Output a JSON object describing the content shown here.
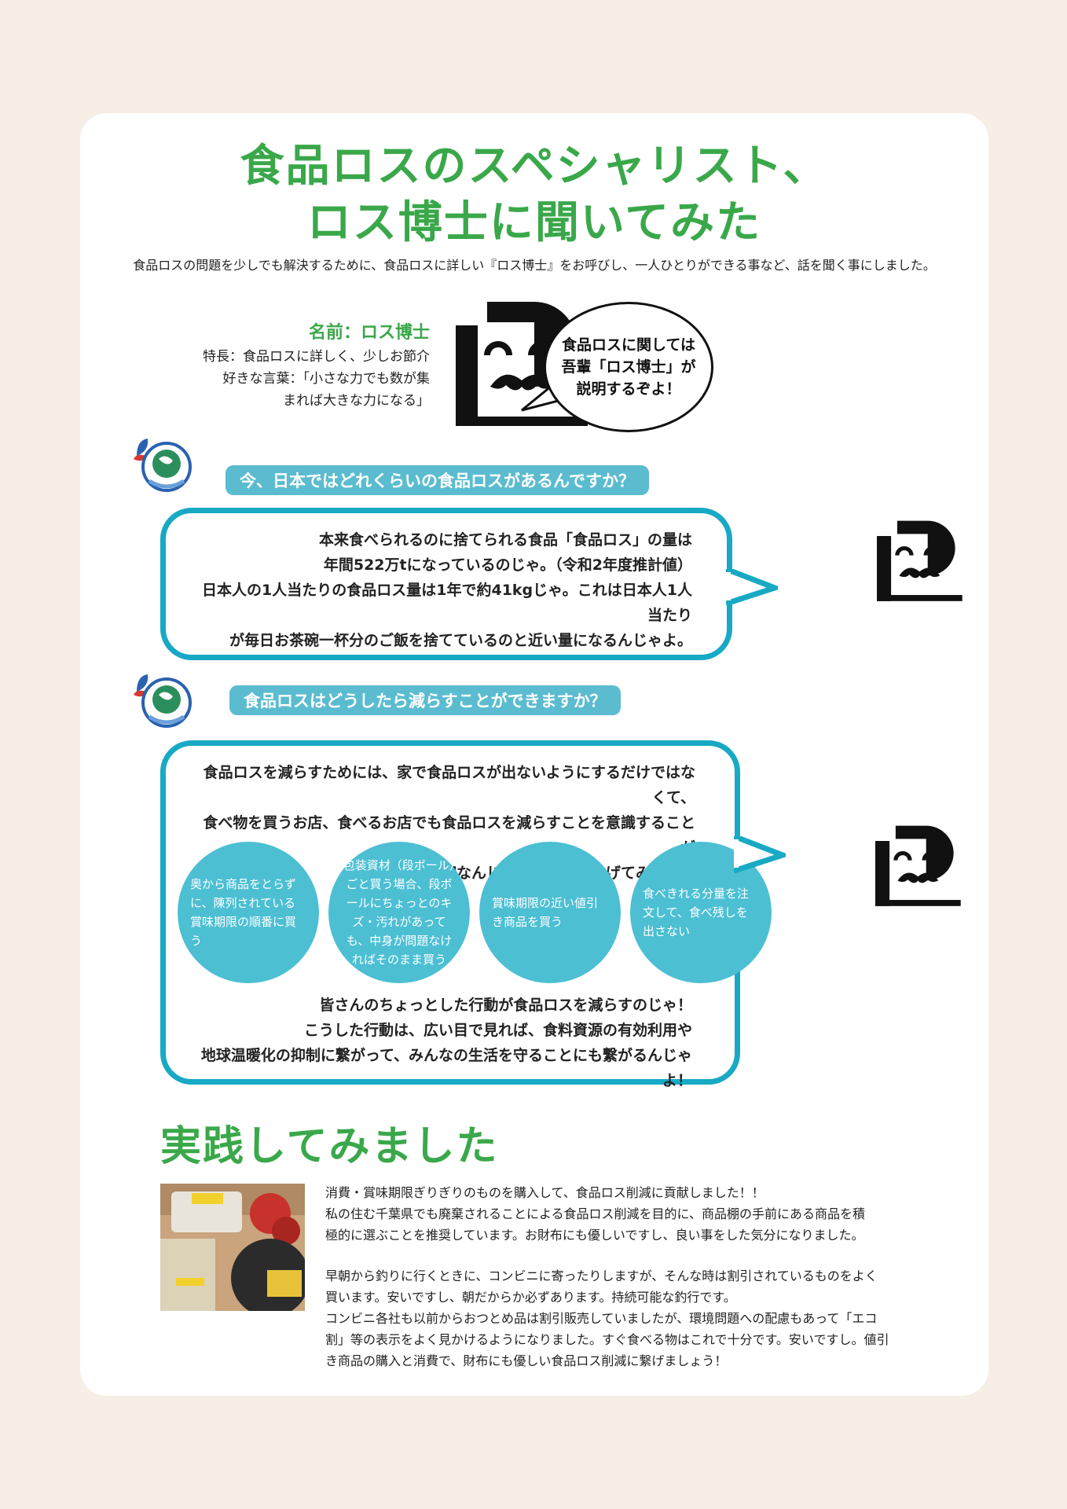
{
  "title_line1": "食品ロスのスペシャリスト、",
  "title_line2": "ロス博士に聞いてみた",
  "lead": "食品ロスの問題を少しでも解決するために、食品ロスに詳しい『ロス博士』をお呼びし、一人ひとりができる事など、話を聞く事にしました。",
  "profile": {
    "name": "名前：ロス博士",
    "feature": "特長：食品ロスに詳しく、少しお節介",
    "phrase_1": "好きな言葉：「小さな力でも数が集",
    "phrase_2": "まれば大きな力になる」"
  },
  "speech": {
    "line1": "食品ロスに関しては",
    "line2": "吾輩「ロス博士」が",
    "line3": "説明するぞよ！"
  },
  "q1": {
    "question": "今、日本ではどれくらいの食品ロスがあるんですか？",
    "a1": "本来食べられるのに捨てられる食品「食品ロス」の量は",
    "a2": "年間522万tになっているのじゃ。（令和2年度推計値）",
    "a3": "日本人の1人当たりの食品ロス量は1年で約41kgじゃ。これは日本人1人当たり",
    "a4": "が毎日お茶碗一杯分のご飯を捨てているのと近い量になるんじゃよ。"
  },
  "q2": {
    "question": "食品ロスはどうしたら減らすことができますか？",
    "a1": "食品ロスを減らすためには、家で食品ロスが出ないようにするだけではなくて、",
    "a2": "食べ物を買うお店、食べるお店でも食品ロスを減らすことを意識することが",
    "a3": "大切なんじゃよ。一例をあげてみよう！",
    "c1": "奥から商品をとらずに、陳列されている賞味期限の順番に買う",
    "c2": "包装資材（段ボール）ごと買う場合、段ボールにちょっとのキズ・汚れがあっても、中身が問題なければそのまま買う",
    "c3": "賞味期限の近い値引き商品を買う",
    "c4": "食べきれる分量を注文して、食べ残しを出さない",
    "b1": "皆さんのちょっとした行動が食品ロスを減らすのじゃ！",
    "b2": "こうした行動は、広い目で見れば、食料資源の有効利用や",
    "b3": "地球温暖化の抑制に繋がって、みんなの生活を守ることにも繋がるんじゃよ！"
  },
  "practice": {
    "title": "実践してみました",
    "p1_1": "消費・賞味期限ぎりぎりのものを購入して、食品ロス削減に貢献しました！！",
    "p1_2": "私の住む千葉県でも廃棄されることによる食品ロス削減を目的に、商品棚の手前にある商品を積",
    "p1_3": "極的に選ぶことを推奨しています。お財布にも優しいですし、良い事をした気分になりました。",
    "p2_1": "早朝から釣りに行くときに、コンビニに寄ったりしますが、そんな時は割引されているものをよく",
    "p2_2": "買います。安いですし、朝だからか必ずあります。持続可能な釣行です。",
    "p2_3": "コンビニ各社も以前からおつとめ品は割引販売していましたが、環境問題への配慮もあって「エコ",
    "p2_4": "割」等の表示をよく見かけるようになりました。すぐ食べる物はこれで十分です。安いですし。値引",
    "p2_5": "き商品の購入と消費で、財布にも優しい食品ロス削減に繋げましょう！"
  },
  "colors": {
    "green": "#3aa84a",
    "teal": "#18a9c4",
    "label": "#5bbcd0"
  }
}
